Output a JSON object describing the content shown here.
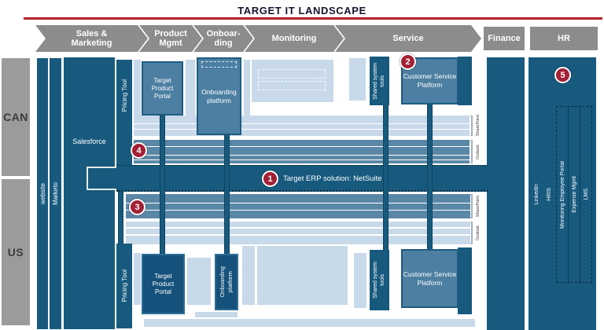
{
  "title": "TARGET IT LANDSCAPE",
  "process_steps": [
    "Sales &\nMarketing",
    "Product\nMgmt",
    "Onboar-\nding",
    "Monitoring",
    "Service"
  ],
  "dept_columns": [
    "Finance",
    "HR"
  ],
  "regions": [
    "CAN",
    "US"
  ],
  "systems": {
    "website": "website",
    "marketo": "Marketo",
    "salesforce": "Salesforce",
    "pricing_tool": "Pricing Tool",
    "target_product_portal": "Target\nProduct\nPortal",
    "onboarding_platform": "Onboarding\nplatform",
    "shared_system_tools": "Shared system\ntools",
    "customer_service_platform": "Customer Service\nPlatform",
    "erp_solution": "Target ERP solution: NetSuite"
  },
  "hr_systems": [
    "LinkedIn",
    "HRIS",
    "Monitoring Employee Portal",
    "Expense Mgmt",
    "LMS"
  ],
  "band_labels": [
    "SharePoint",
    "Outlook",
    "SharePoint",
    "Outlook"
  ],
  "badges": [
    "1",
    "2",
    "3",
    "4",
    "5"
  ],
  "colors": {
    "dark_blue": "#175a7e",
    "medium_blue": "#4c7fa1",
    "band_blue": "#5b87a6",
    "light_blue": "#c8d9e9",
    "process_gray": "#8c8c8c",
    "region_gray": "#9b9b9b",
    "badge_red": "#a32035",
    "rule_red": "#b41f2e"
  }
}
